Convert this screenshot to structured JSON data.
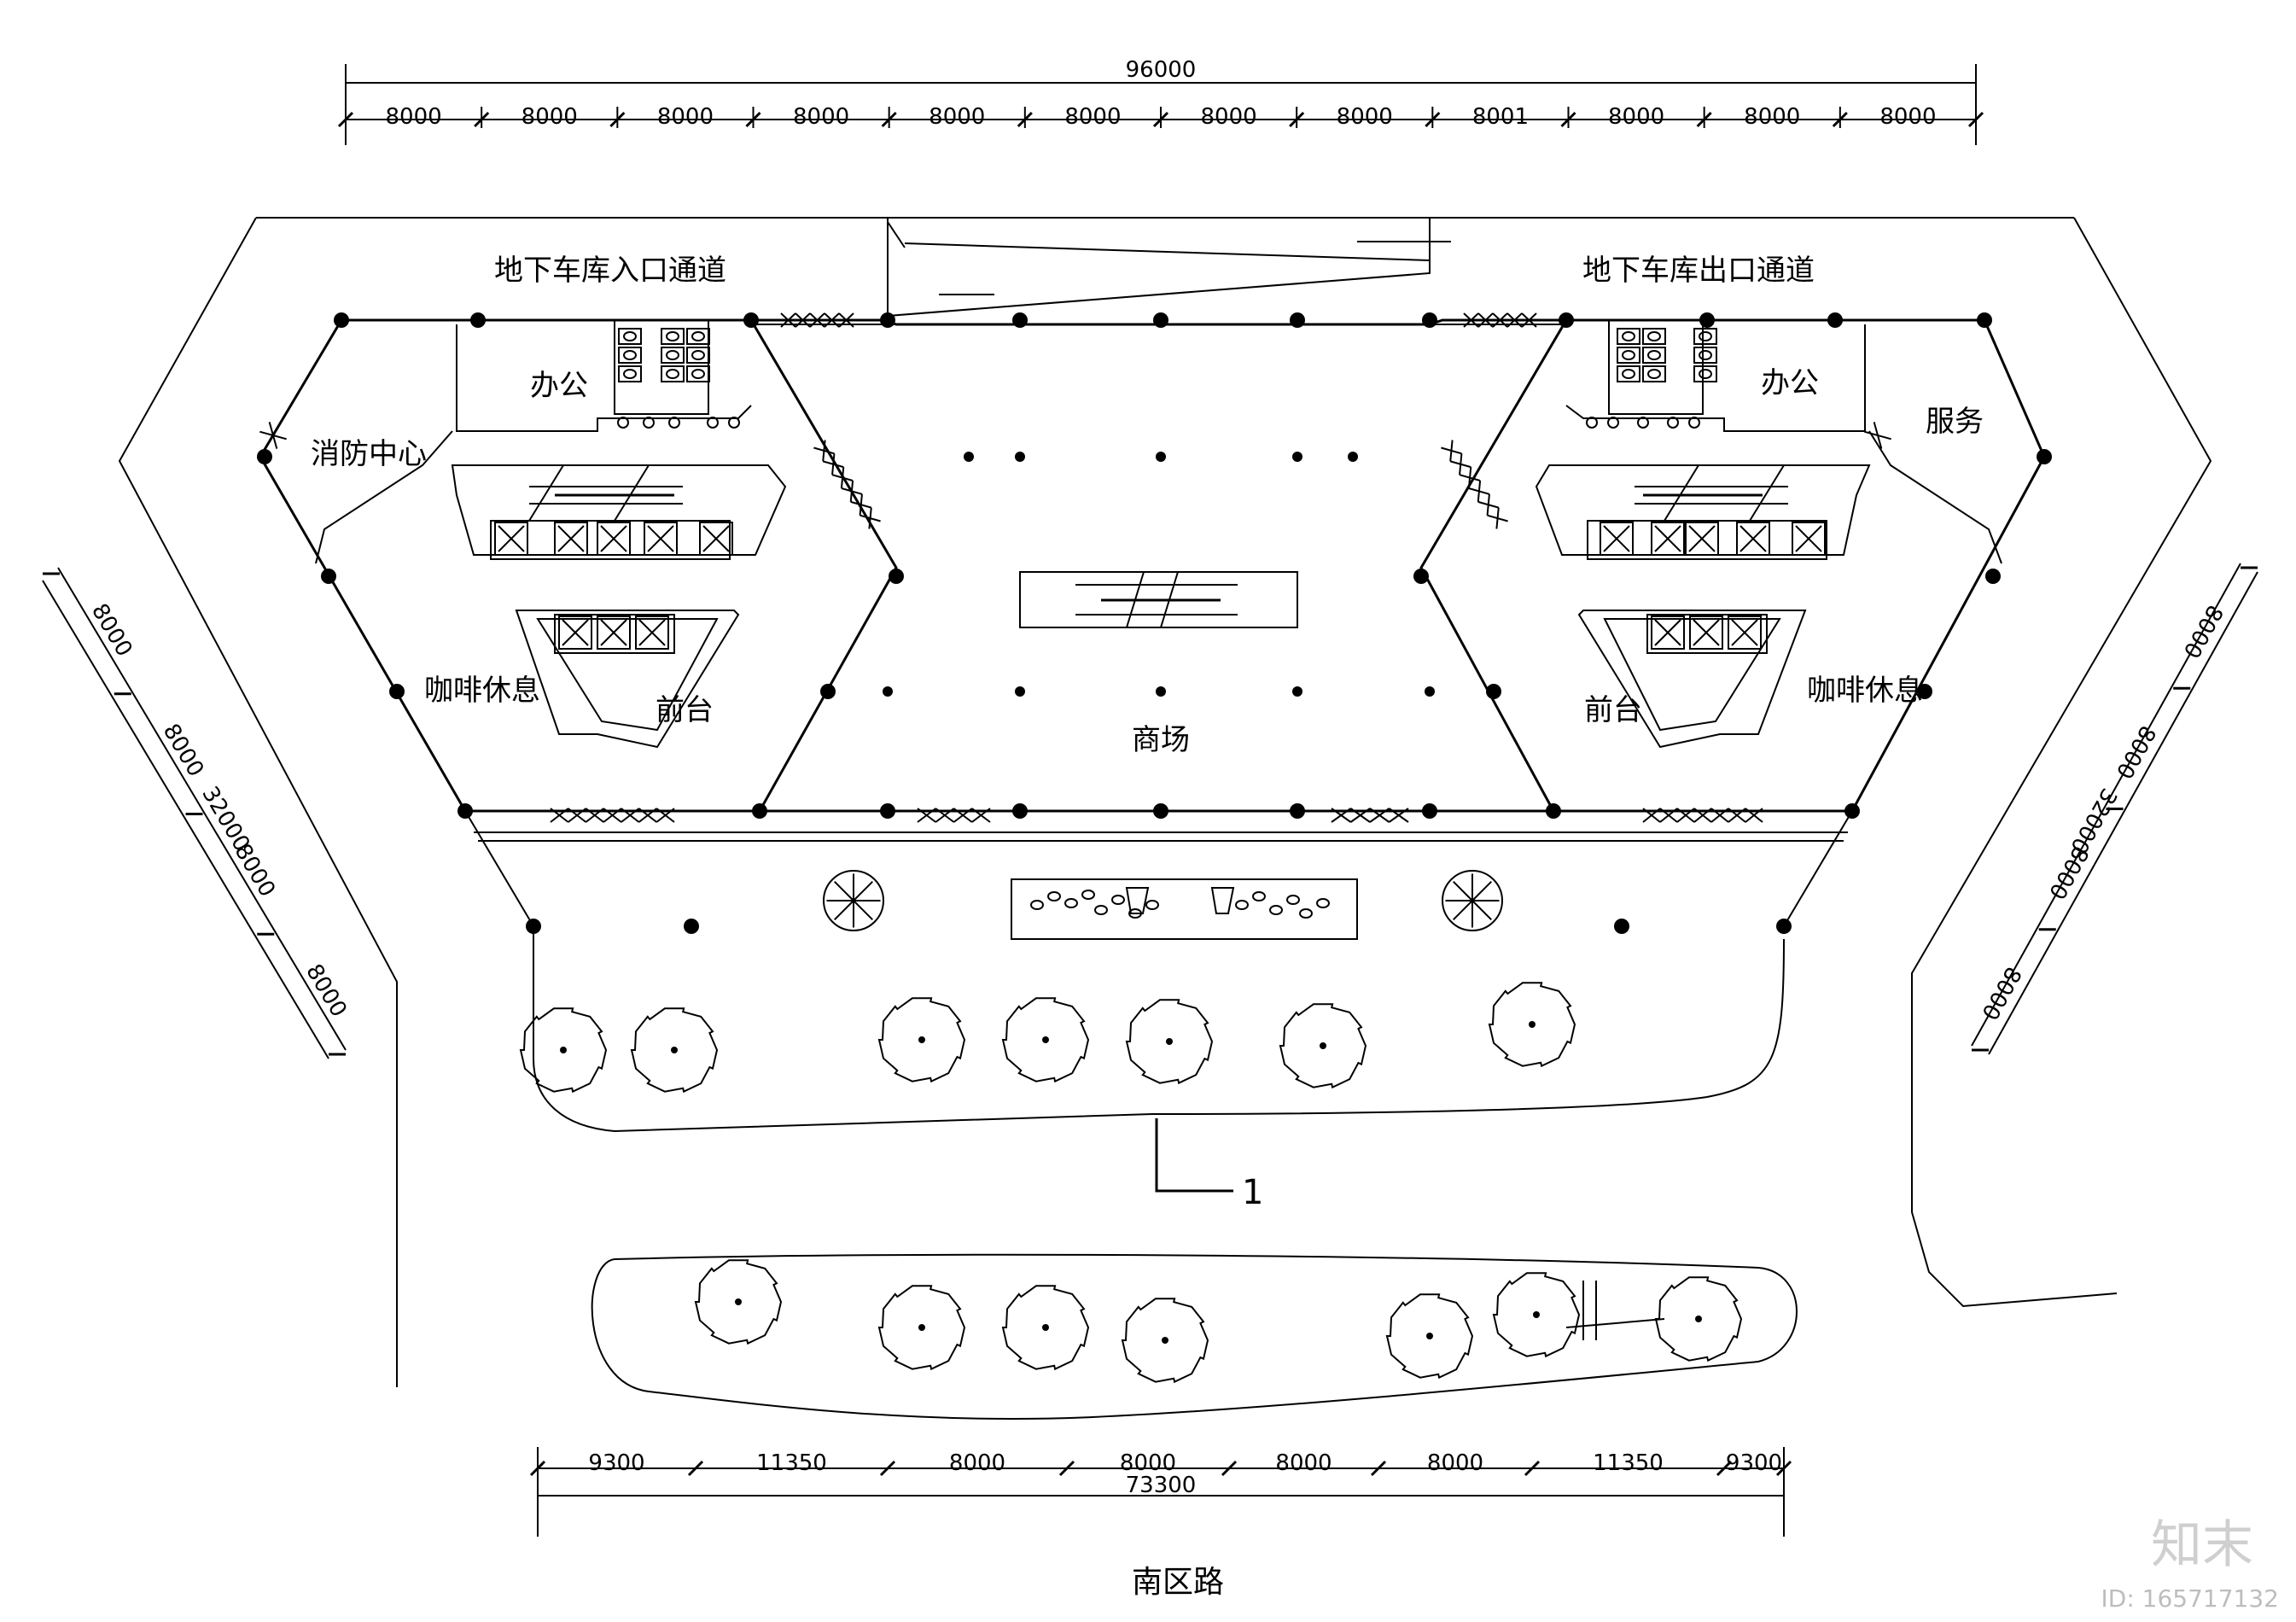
{
  "top_dims": {
    "total": "96000",
    "spans": [
      "8000",
      "8000",
      "8000",
      "8000",
      "8000",
      "8000",
      "8000",
      "8000",
      "8001",
      "8000",
      "8000",
      "8000"
    ]
  },
  "bottom_dims": {
    "total": "73300",
    "spans": [
      "9300",
      "11350",
      "8000",
      "8000",
      "8000",
      "8000",
      "11350",
      "9300"
    ]
  },
  "left_dims": {
    "total": "32000",
    "spans": [
      "8000",
      "8000",
      "8000",
      "8000"
    ]
  },
  "right_dims": {
    "total": "32000",
    "spans": [
      "8000",
      "8000",
      "8000",
      "8000"
    ]
  },
  "rooms": {
    "entrance_ramp": "地下车库入口通道",
    "exit_ramp": "地下车库出口通道",
    "office_left": "办公",
    "office_right": "办公",
    "fire_center": "消防中心",
    "service": "服务",
    "cafe_left": "咖啡休息",
    "cafe_right": "咖啡休息",
    "reception_left": "前台",
    "reception_right": "前台",
    "mall": "商场"
  },
  "section_mark": "1",
  "road_name": "南区路",
  "watermark": {
    "logo": "知末",
    "id": "ID: 165717132"
  }
}
